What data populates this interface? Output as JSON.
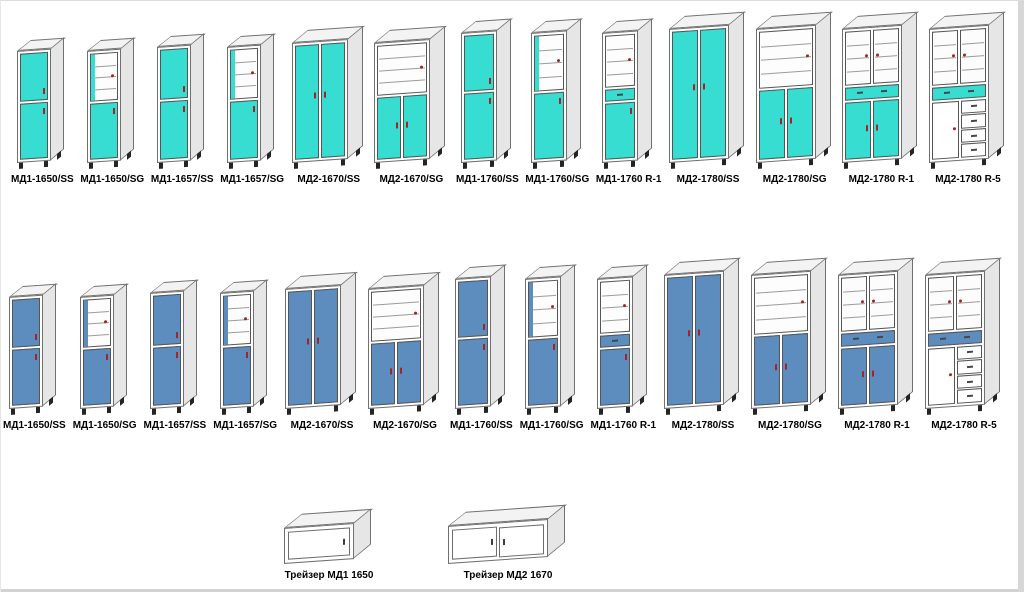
{
  "page": {
    "background": "#ffffff",
    "edge_color": "#d7d7d7"
  },
  "colors": {
    "row_top_door": "#38ddd2",
    "row_bottom_door": "#5d8cbf",
    "frame": "#707070",
    "side_face": "#e6e6e6",
    "top_face": "#f3f3f3",
    "handle_red": "#a32424",
    "handle_dark": "#474747",
    "caster": "#242424",
    "label_color": "#000000"
  },
  "cabinet_variants": {
    "narrow-ss": {
      "w": 34,
      "d": 14,
      "sections": [
        [
          "solid",
          46
        ],
        [
          "solid",
          54
        ]
      ]
    },
    "narrow-sg": {
      "w": 34,
      "d": 14,
      "sections": [
        [
          "glass-strip",
          46
        ],
        [
          "solid",
          54
        ]
      ]
    },
    "narrow-ss-t": {
      "w": 36,
      "d": 15,
      "sections": [
        [
          "solid",
          46
        ],
        [
          "solid",
          54
        ]
      ]
    },
    "narrow-sg-t": {
      "w": 36,
      "d": 15,
      "sections": [
        [
          "glass-strip",
          46
        ],
        [
          "solid",
          54
        ]
      ]
    },
    "narrow-r1": {
      "w": 36,
      "d": 15,
      "sections": [
        [
          "glass",
          44
        ],
        [
          "drawer",
          9
        ],
        [
          "solid",
          47
        ]
      ]
    },
    "wide-ss": {
      "w": 56,
      "d": 16,
      "sections": [
        [
          "solid2",
          100
        ]
      ]
    },
    "wide-sg": {
      "w": 56,
      "d": 16,
      "sections": [
        [
          "glass",
          44
        ],
        [
          "solid2",
          56
        ]
      ]
    },
    "wide-ss-t": {
      "w": 60,
      "d": 16,
      "sections": [
        [
          "solid2",
          100
        ]
      ]
    },
    "wide-sg-t": {
      "w": 60,
      "d": 16,
      "sections": [
        [
          "glass",
          44
        ],
        [
          "solid2",
          56
        ]
      ]
    },
    "wide-r1": {
      "w": 60,
      "d": 16,
      "sections": [
        [
          "glass2",
          44
        ],
        [
          "drawer",
          9
        ],
        [
          "solid2",
          47
        ]
      ]
    },
    "wide-r5": {
      "w": 60,
      "d": 16,
      "sections": [
        [
          "glass2",
          44
        ],
        [
          "drawer",
          9
        ],
        [
          "split",
          47
        ]
      ]
    },
    "trayser-1": {
      "w": 70,
      "d": 18,
      "h": 36,
      "doors": 1
    },
    "trayser-2": {
      "w": 100,
      "d": 18,
      "h": 38,
      "doors": 2
    }
  },
  "rows": [
    {
      "name": "top-row",
      "door_color_key": "row_top_door",
      "items": [
        {
          "label": "МД1-1650/SS",
          "variant": "narrow-ss",
          "h": 112
        },
        {
          "label": "МД1-1650/SG",
          "variant": "narrow-sg",
          "h": 112
        },
        {
          "label": "МД1-1657/SS",
          "variant": "narrow-ss",
          "h": 116
        },
        {
          "label": "МД1-1657/SG",
          "variant": "narrow-sg",
          "h": 116
        },
        {
          "label": "МД2-1670/SS",
          "variant": "wide-ss",
          "h": 120
        },
        {
          "label": "МД2-1670/SG",
          "variant": "wide-sg",
          "h": 120
        },
        {
          "label": "МД1-1760/SS",
          "variant": "narrow-ss-t",
          "h": 130
        },
        {
          "label": "МД1-1760/SG",
          "variant": "narrow-sg-t",
          "h": 130
        },
        {
          "label": "МД1-1760 R-1",
          "variant": "narrow-r1",
          "h": 130
        },
        {
          "label": "МД2-1780/SS",
          "variant": "wide-ss-t",
          "h": 134
        },
        {
          "label": "МД2-1780/SG",
          "variant": "wide-sg-t",
          "h": 134
        },
        {
          "label": "МД2-1780 R-1",
          "variant": "wide-r1",
          "h": 134
        },
        {
          "label": "МД2-1780 R-5",
          "variant": "wide-r5",
          "h": 134
        }
      ]
    },
    {
      "name": "bottom-row",
      "door_color_key": "row_bottom_door",
      "items": [
        {
          "label": "МД1-1650/SS",
          "variant": "narrow-ss",
          "h": 112
        },
        {
          "label": "МД1-1650/SG",
          "variant": "narrow-sg",
          "h": 112
        },
        {
          "label": "МД1-1657/SS",
          "variant": "narrow-ss",
          "h": 116
        },
        {
          "label": "МД1-1657/SG",
          "variant": "narrow-sg",
          "h": 116
        },
        {
          "label": "МД2-1670/SS",
          "variant": "wide-ss",
          "h": 120
        },
        {
          "label": "МД2-1670/SG",
          "variant": "wide-sg",
          "h": 120
        },
        {
          "label": "МД1-1760/SS",
          "variant": "narrow-ss-t",
          "h": 130
        },
        {
          "label": "МД1-1760/SG",
          "variant": "narrow-sg-t",
          "h": 130
        },
        {
          "label": "МД1-1760 R-1",
          "variant": "narrow-r1",
          "h": 130
        },
        {
          "label": "МД2-1780/SS",
          "variant": "wide-ss-t",
          "h": 134
        },
        {
          "label": "МД2-1780/SG",
          "variant": "wide-sg-t",
          "h": 134
        },
        {
          "label": "МД2-1780 R-1",
          "variant": "wide-r1",
          "h": 134
        },
        {
          "label": "МД2-1780 R-5",
          "variant": "wide-r5",
          "h": 134
        }
      ]
    }
  ],
  "traysers": {
    "items": [
      {
        "label": "Трейзер МД1 1650",
        "variant": "trayser-1"
      },
      {
        "label": "Трейзер МД2 1670",
        "variant": "trayser-2"
      }
    ]
  }
}
